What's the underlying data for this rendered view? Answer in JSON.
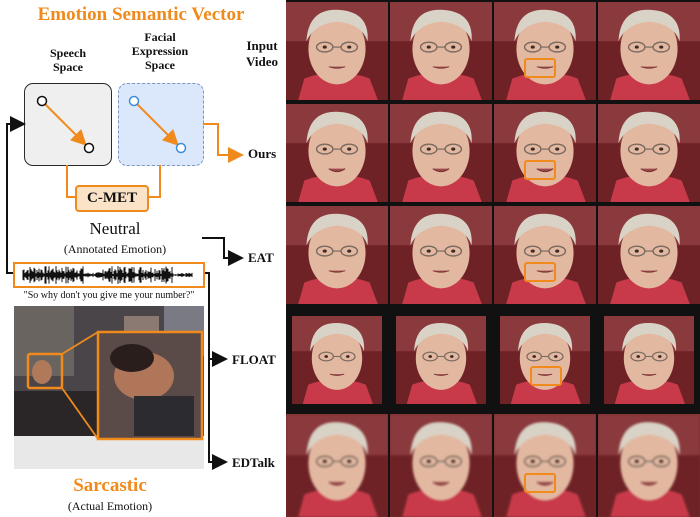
{
  "title": "Emotion Semantic Vector",
  "speech_space": "Speech\nSpace",
  "facial_space": "Facial\nExpression\nSpace",
  "cmet": "C-MET",
  "neutral": "Neutral",
  "annotated": "(Annotated Emotion)",
  "quote": "\"So why don't you give me your number?\"",
  "sarcastic": "Sarcastic",
  "actual": "(Actual Emotion)",
  "rows": [
    {
      "label": "Input\nVideo"
    },
    {
      "label": "Ours"
    },
    {
      "label": "EAT"
    },
    {
      "label": "FLOAT"
    },
    {
      "label": "EDTalk"
    }
  ],
  "colors": {
    "accent": "#f08a1c",
    "facial_box": "#dbe8fb",
    "speech_box": "#efefef"
  }
}
